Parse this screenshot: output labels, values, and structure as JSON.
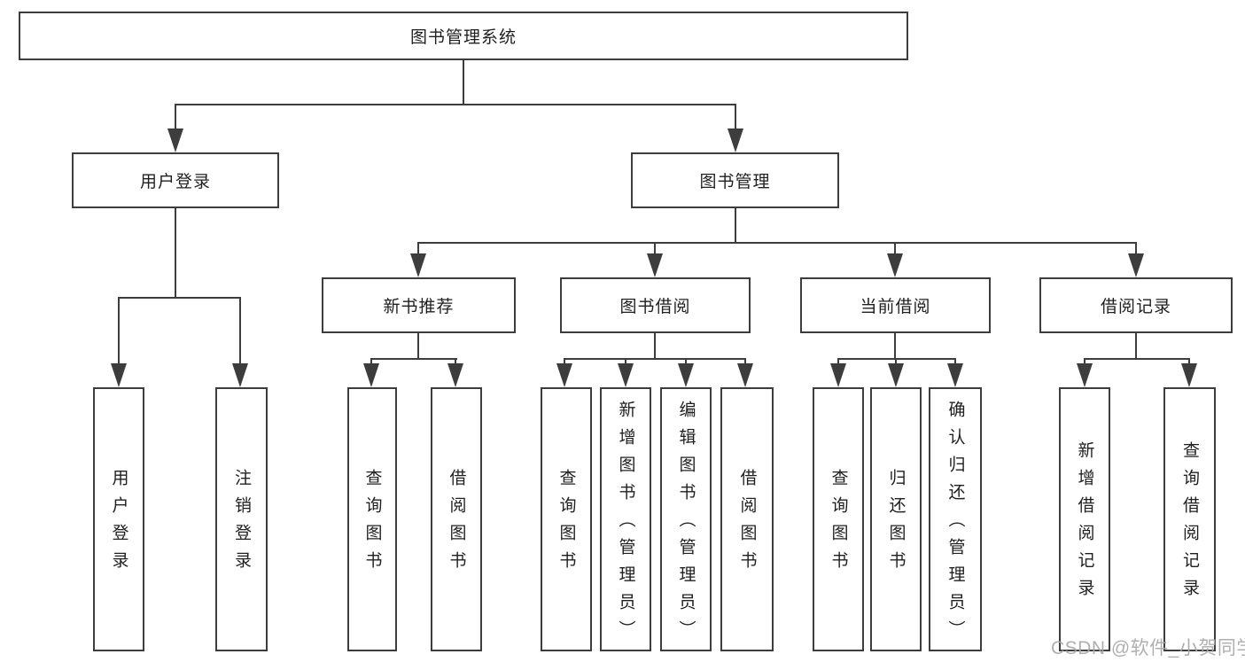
{
  "diagram": {
    "root": {
      "label": "图书管理系统"
    },
    "level2": {
      "user_login": {
        "label": "用户登录"
      },
      "book_mgmt": {
        "label": "图书管理"
      }
    },
    "level3": {
      "new_books": {
        "label": "新书推荐"
      },
      "book_borrow": {
        "label": "图书借阅"
      },
      "current_borrow": {
        "label": "当前借阅"
      },
      "borrow_records": {
        "label": "借阅记录"
      }
    },
    "leaves": {
      "login": {
        "label": "用户登录"
      },
      "logout": {
        "label": "注销登录"
      },
      "nb_query": {
        "label": "查询图书"
      },
      "nb_borrow": {
        "label": "借阅图书"
      },
      "bb_query": {
        "label": "查询图书"
      },
      "bb_add": {
        "label": "新增图书（管理员）"
      },
      "bb_edit": {
        "label": "编辑图书（管理员）"
      },
      "bb_borrow": {
        "label": "借阅图书"
      },
      "cb_query": {
        "label": "查询图书"
      },
      "cb_return": {
        "label": "归还图书"
      },
      "cb_confirm": {
        "label": "确认归还（管理员）"
      },
      "br_add": {
        "label": "新增借阅记录"
      },
      "br_query": {
        "label": "查询借阅记录"
      }
    },
    "watermark": "CSDN @软件_小贺同学",
    "colors": {
      "line": "#3d3d3d",
      "text": "#1f1f1f",
      "watermark": "#a8a8a8",
      "background": "#ffffff"
    }
  }
}
